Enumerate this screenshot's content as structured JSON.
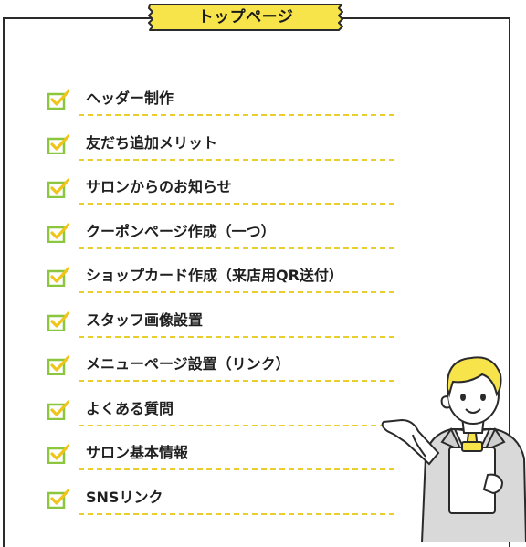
{
  "title": "トップページ",
  "accent_color": "#f7e34a",
  "check_color": "#8cc63f",
  "items": [
    "ヘッダー制作",
    "友だち追加メリット",
    "サロンからのお知らせ",
    "クーポンページ作成（一つ）",
    "ショップカード作成（来店用QR送付）",
    "スタッフ画像設置",
    "メニューページ設置（リンク）",
    "よくある質問",
    "サロン基本情報",
    "SNSリンク"
  ],
  "illustration": "businessman-with-clipboard-presenting"
}
